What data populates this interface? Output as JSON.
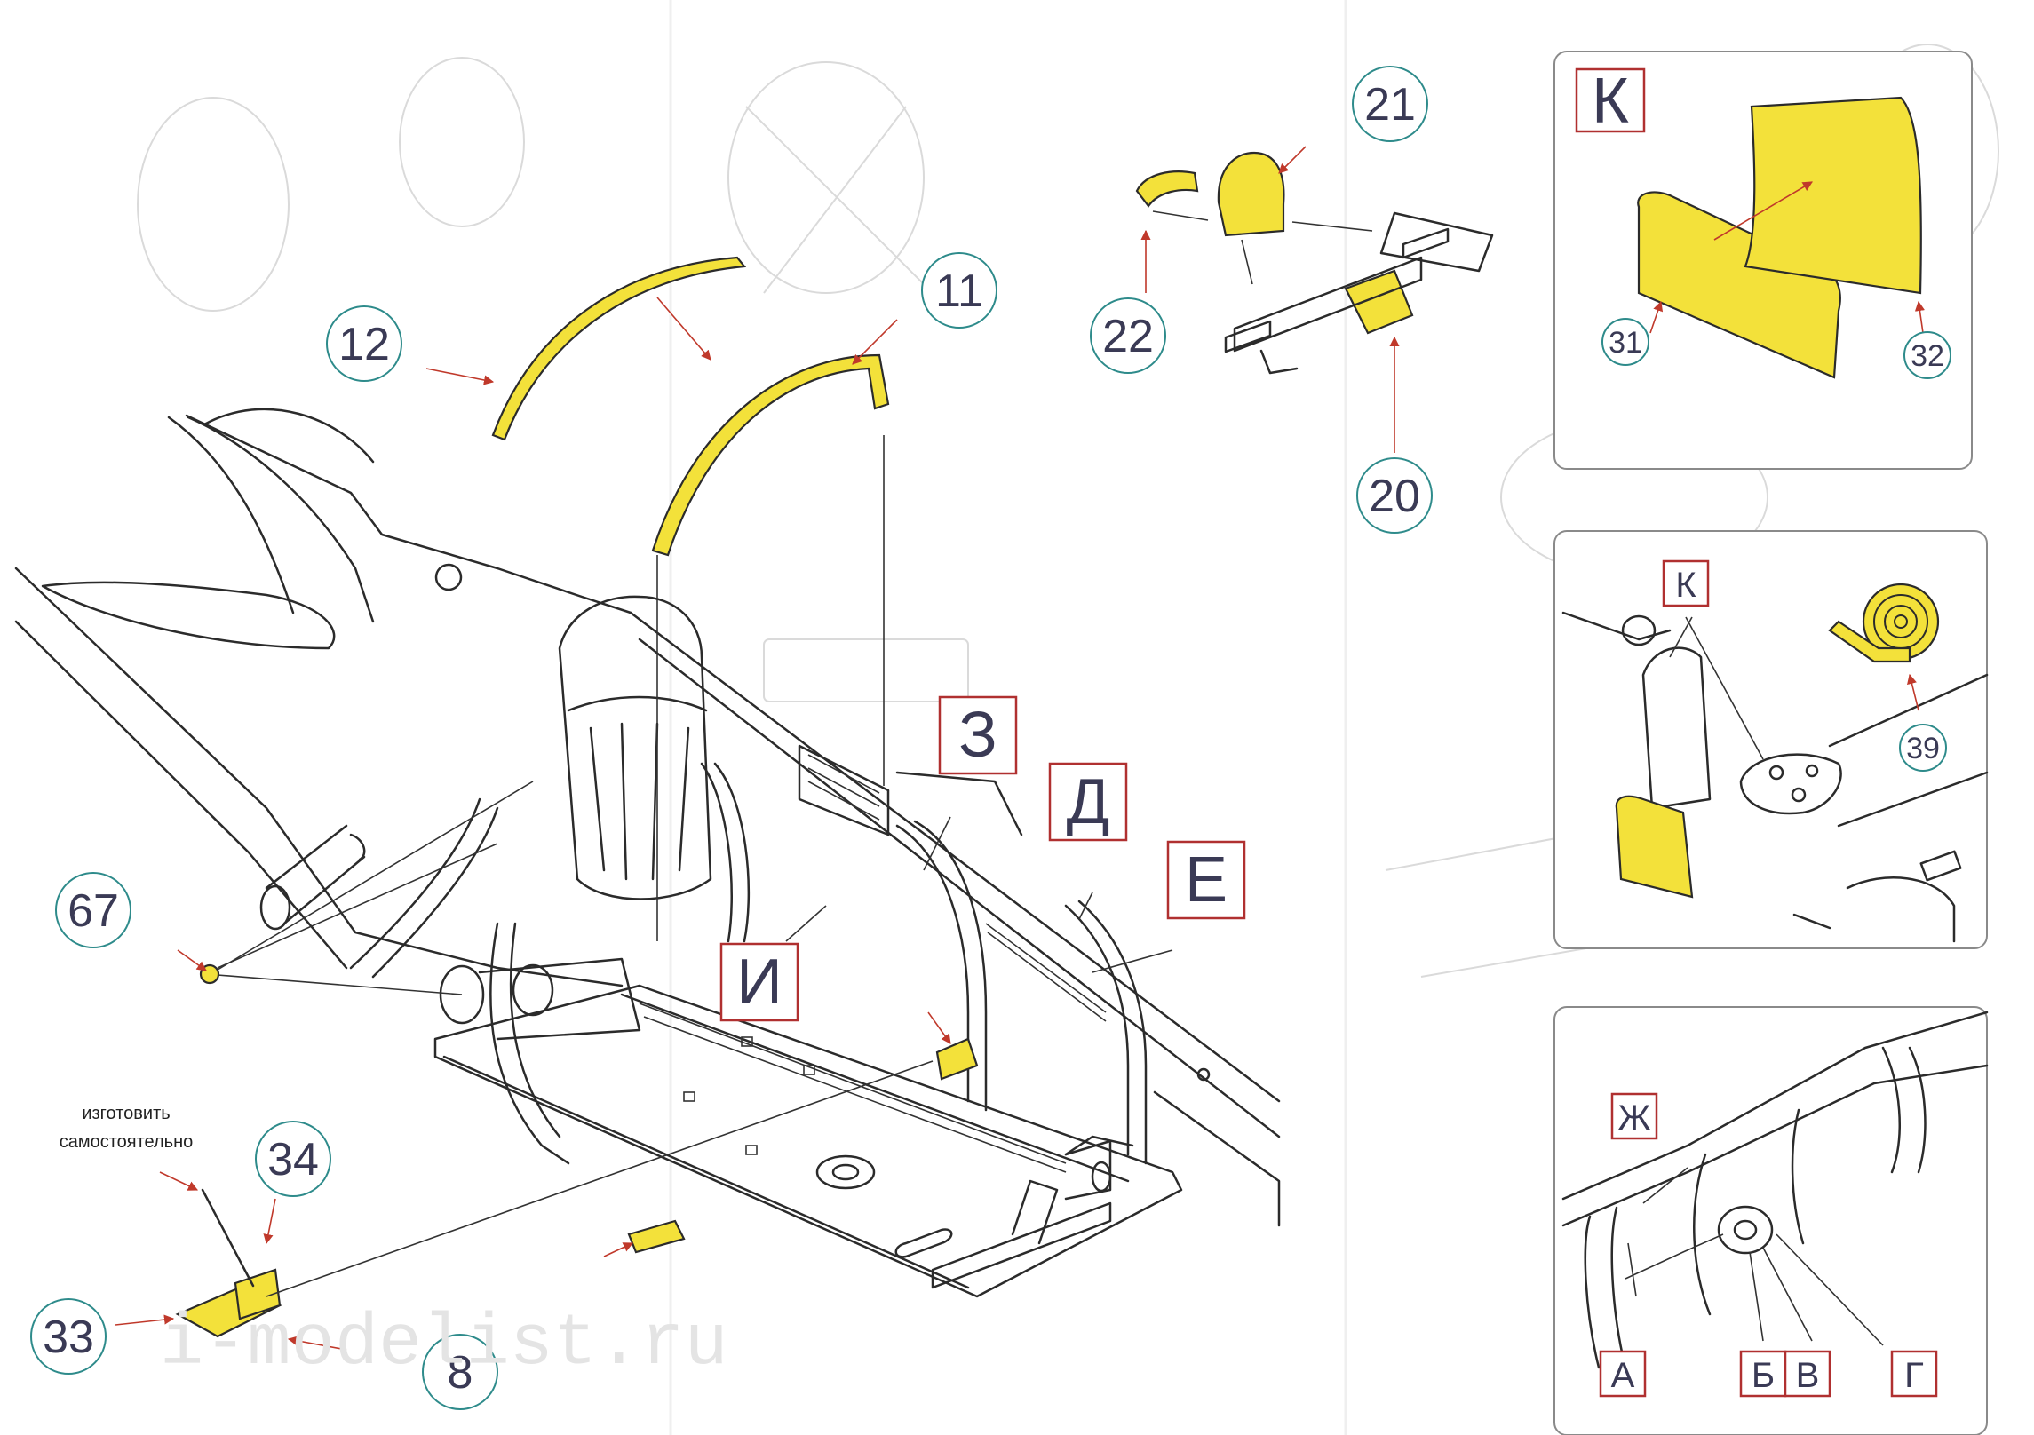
{
  "callouts": {
    "c12": "12",
    "c11": "11",
    "c21": "21",
    "c22": "22",
    "c20": "20",
    "c67": "67",
    "c34": "34",
    "c33": "33",
    "c8": "8",
    "c31": "31",
    "c32": "32",
    "c39": "39"
  },
  "letters": {
    "z": "З",
    "d": "Д",
    "e": "Е",
    "i": "И",
    "k_panel": "К",
    "k_detail": "К",
    "zh": "Ж",
    "a": "А",
    "b": "Б",
    "v": "В",
    "g": "Г"
  },
  "note": {
    "line1": "изготовить",
    "line2": "самостоятельно"
  },
  "watermark": "i-modelist.ru",
  "colors": {
    "photoetch_part": "#f3e13a",
    "arrow": "#c0392b",
    "callout_text": "#3a3a55",
    "callout_ring": "#2e8b8b",
    "letter_box": "#b03030"
  }
}
